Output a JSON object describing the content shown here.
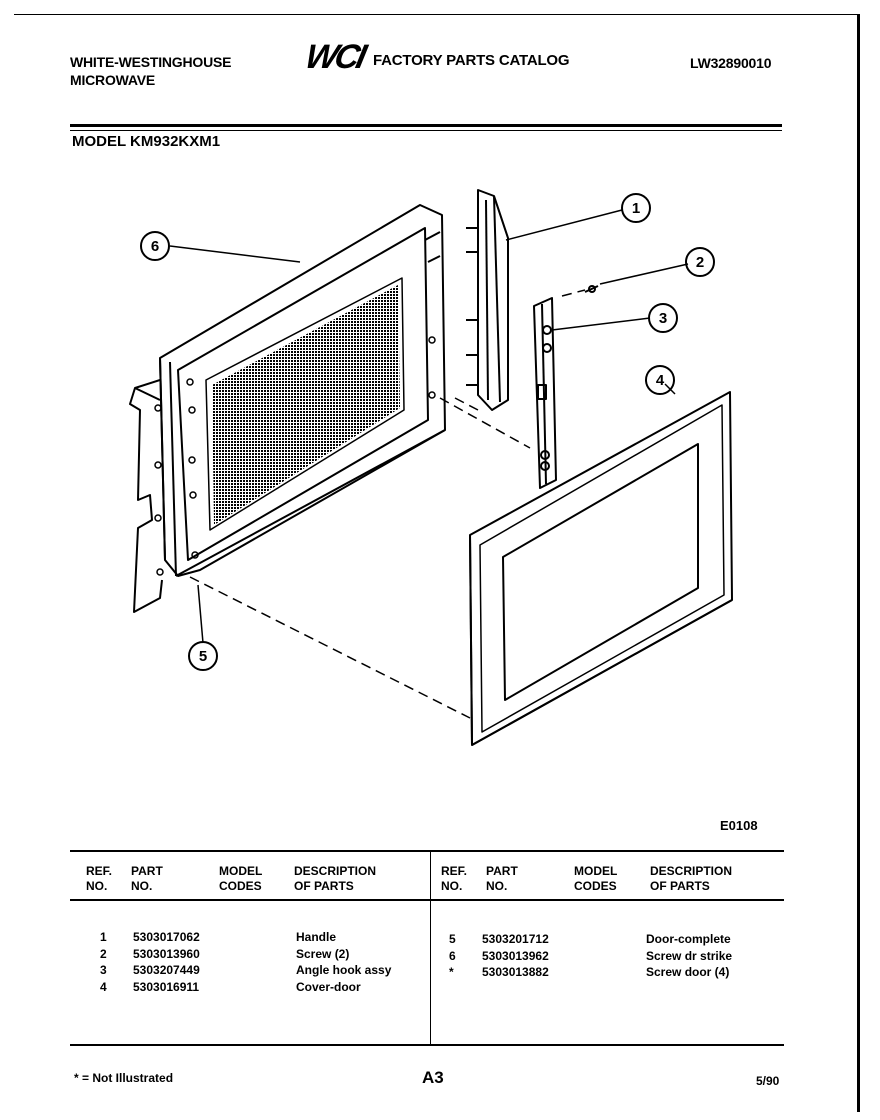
{
  "header": {
    "brand_line1": "WHITE-WESTINGHOUSE",
    "brand_line2": "MICROWAVE",
    "logo_text": "WCI",
    "catalog_title": "FACTORY PARTS CATALOG",
    "catalog_number": "LW32890010"
  },
  "model_line": "MODEL KM932KXM1",
  "diagram": {
    "callouts": [
      "1",
      "2",
      "3",
      "4",
      "5",
      "6"
    ],
    "drawing_code": "E0108"
  },
  "table": {
    "headers": {
      "ref_no": [
        "REF.",
        "NO."
      ],
      "part_no": [
        "PART",
        "NO."
      ],
      "model_codes": [
        "MODEL",
        "CODES"
      ],
      "description": [
        "DESCRIPTION",
        "OF PARTS"
      ]
    },
    "left_rows": [
      {
        "ref": "1",
        "part": "5303017062",
        "desc": "Handle"
      },
      {
        "ref": "2",
        "part": "5303013960",
        "desc": "Screw (2)"
      },
      {
        "ref": "3",
        "part": "5303207449",
        "desc": "Angle hook assy"
      },
      {
        "ref": "4",
        "part": "5303016911",
        "desc": "Cover-door"
      }
    ],
    "right_rows": [
      {
        "ref": "5",
        "part": "5303201712",
        "desc": "Door-complete"
      },
      {
        "ref": "6",
        "part": "5303013962",
        "desc": "Screw dr strike"
      },
      {
        "ref": "*",
        "part": "5303013882",
        "desc": "Screw door (4)"
      }
    ]
  },
  "footer": {
    "note": "* = Not Illustrated",
    "page": "A3",
    "date": "5/90"
  }
}
